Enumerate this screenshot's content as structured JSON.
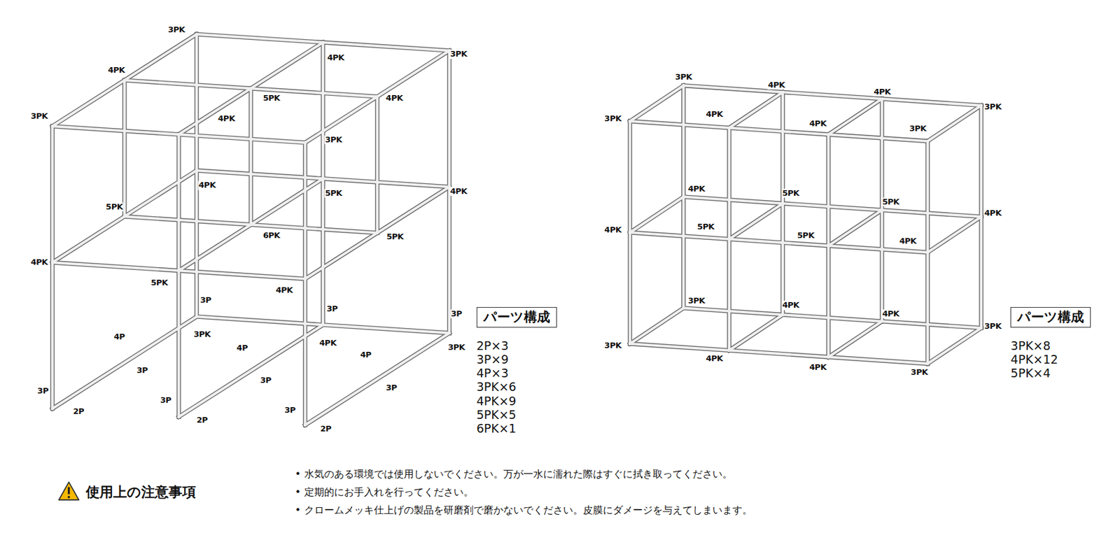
{
  "diagram": {
    "nodes": [
      {
        "text": [
          "パーツ構成"
        ]
      },
      {
        "text": [
          "パーツ構成"
        ]
      }
    ],
    "edges": [],
    "labels": [
      "3PK",
      "4PK",
      "3PK",
      "4PK",
      "3PK",
      "5PK",
      "4PK",
      "4PK",
      "3PK",
      "4PK",
      "5PK",
      "4PK",
      "5PK",
      "6PK",
      "5PK",
      "4PK",
      "5PK",
      "4PK",
      "3P",
      "3P",
      "3P",
      "4P",
      "3PK",
      "4PK",
      "3PK",
      "4P",
      "4P",
      "3P",
      "3P",
      "3P",
      "3P",
      "3P",
      "3P",
      "2P",
      "2P",
      "2P",
      "2P×3",
      "3P×9",
      "4P×3",
      "3PK×6",
      "4PK×9",
      "5PK×5",
      "6PK×1",
      "3PK",
      "4PK",
      "4PK",
      "3PK",
      "3PK",
      "4PK",
      "4PK",
      "3PK",
      "4PK",
      "5PK",
      "5PK",
      "4PK",
      "5PK",
      "5PK",
      "4PK",
      "4PK",
      "3PK",
      "4PK",
      "4PK",
      "3PK",
      "4PK",
      "4PK",
      "3PK",
      "3PK",
      "3PK×8",
      "4PK×12",
      "5PK×4",
      "使用上の注意事項",
      "• 水気のある環境では使用しないでください。万が一水に濡れた際はすぐに拭き取ってください。",
      "• 定期的にお手入れを行ってください。",
      "• クロームメッキ仕上げの製品を研磨剤で磨かないでください。皮膜にダメージを与えてしまいます。"
    ]
  }
}
